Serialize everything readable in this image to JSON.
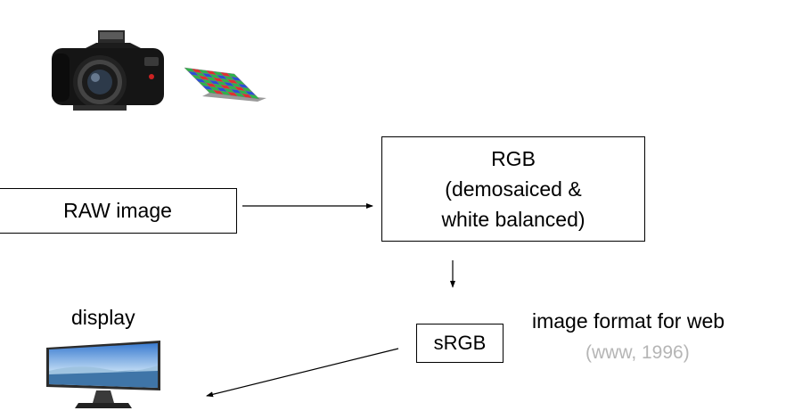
{
  "nodes": {
    "raw": {
      "label": "RAW image"
    },
    "rgb": {
      "lines": [
        "RGB",
        "(demosaiced &",
        "white balanced)"
      ]
    },
    "srgb": {
      "label": "sRGB"
    }
  },
  "labels": {
    "display": "display",
    "web_title": "image format for web",
    "web_note": "(www, 1996)"
  },
  "icons": [
    "camera-icon",
    "bayer-filter-icon",
    "monitor-icon"
  ],
  "colors": {
    "stroke": "#000000",
    "note_text": "#b5b5b5",
    "bayer_red": "#e03030",
    "bayer_green": "#2fb34a",
    "bayer_blue": "#2a4fd6"
  }
}
